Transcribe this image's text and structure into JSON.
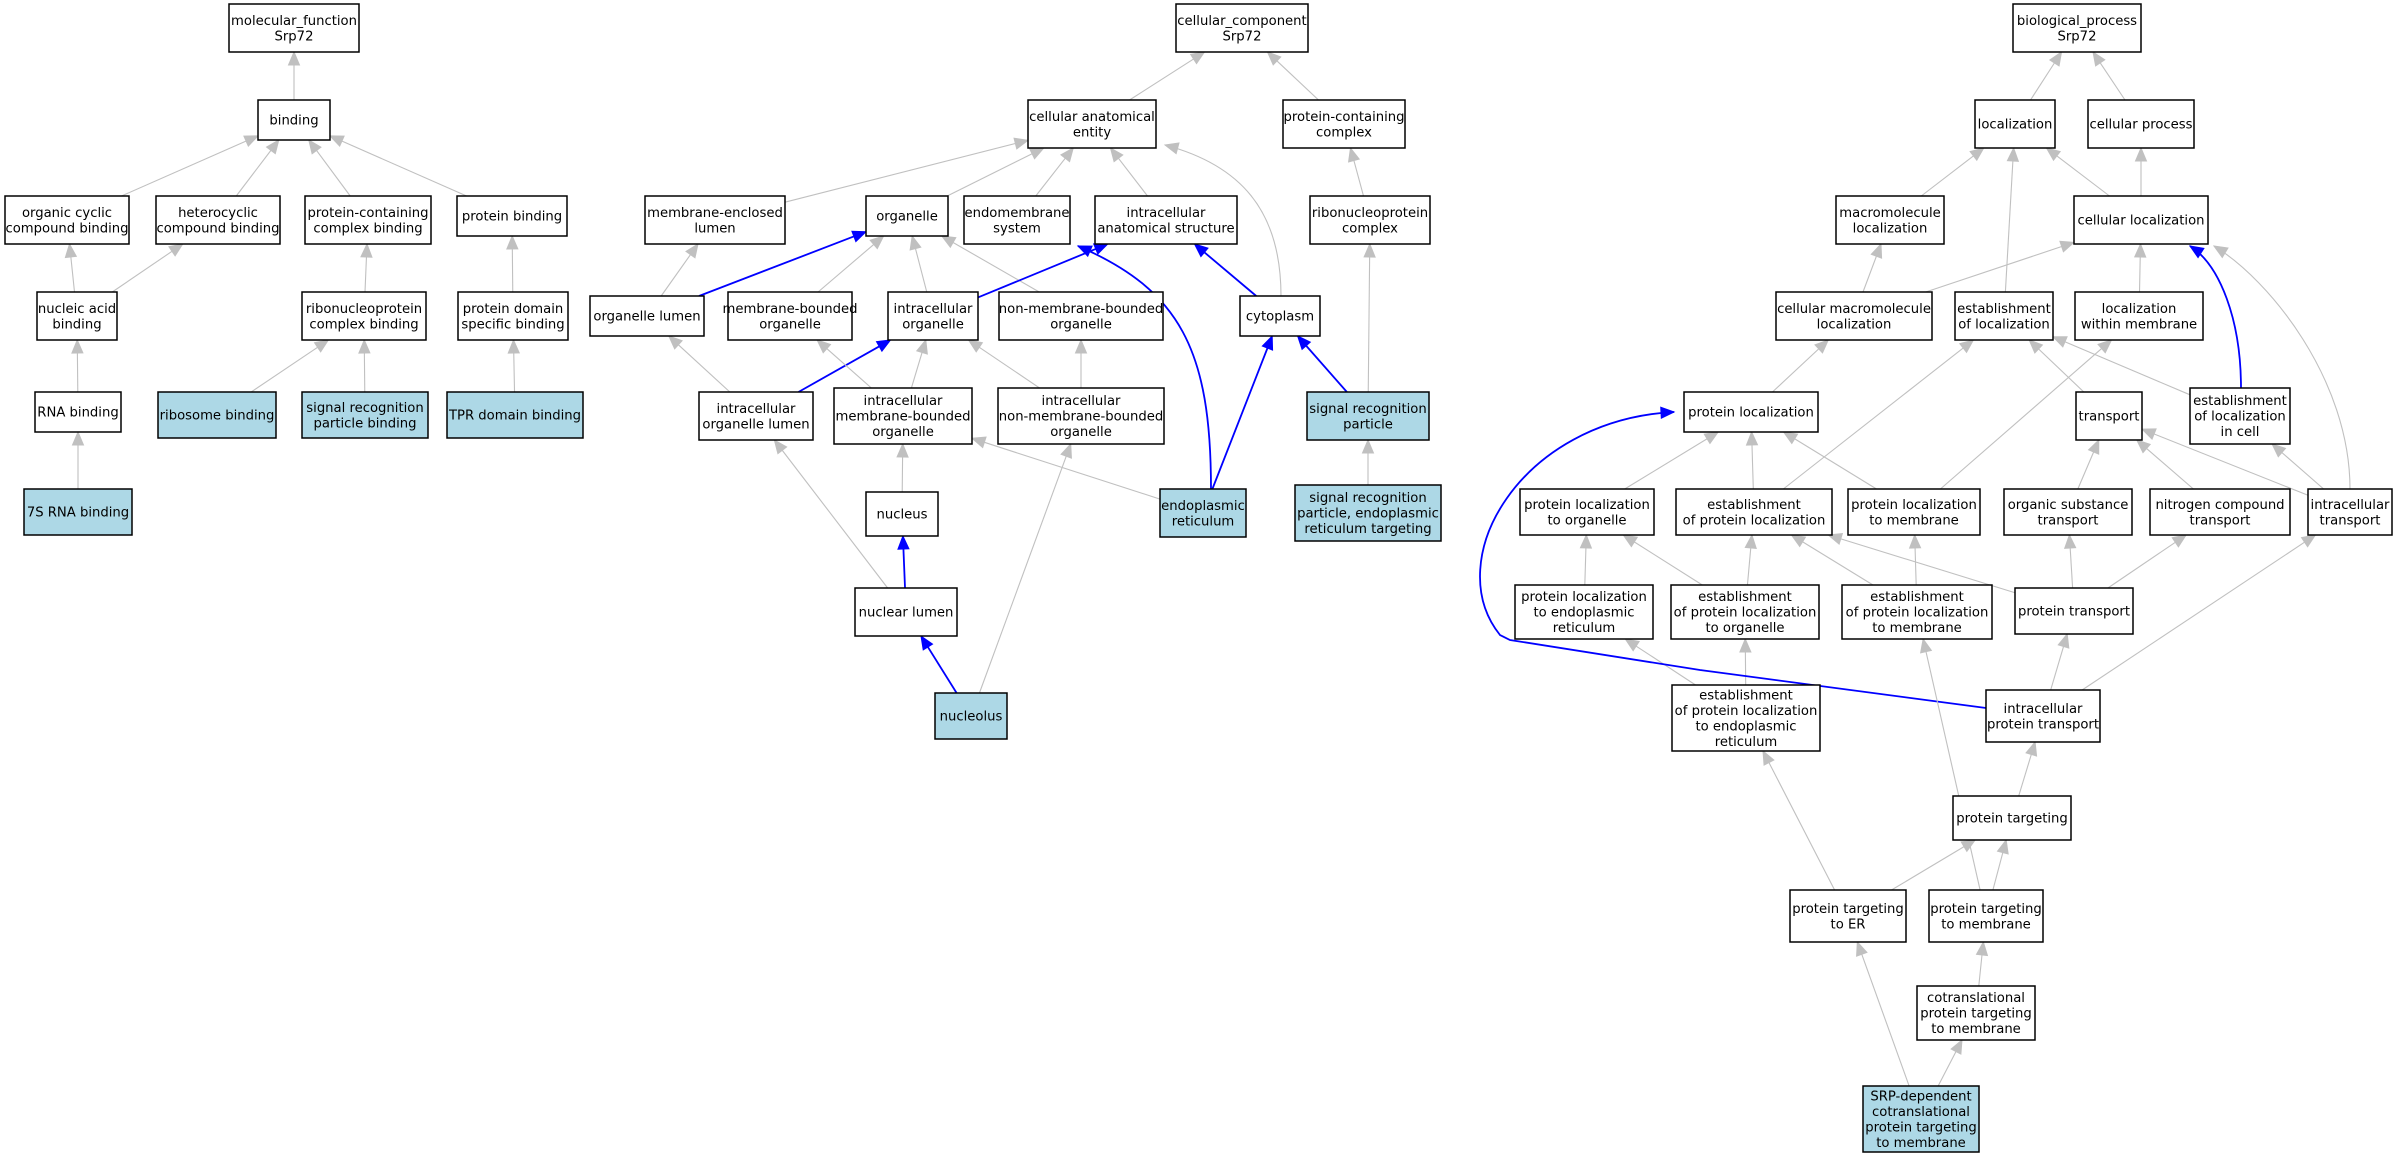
{
  "colors": {
    "highlight_fill": "#add8e6",
    "node_fill": "#ffffff",
    "node_stroke": "#000000",
    "edge_gray": "#c0c0c0",
    "edge_blue": "#0000ff"
  },
  "nodes": [
    {
      "id": "mf_root",
      "lines": [
        "molecular_function",
        "Srp72"
      ],
      "highlight": false
    },
    {
      "id": "binding",
      "lines": [
        "binding"
      ],
      "highlight": false
    },
    {
      "id": "organic_cyclic",
      "lines": [
        "organic cyclic",
        "compound binding"
      ],
      "highlight": false
    },
    {
      "id": "heterocyclic",
      "lines": [
        "heterocyclic",
        "compound binding"
      ],
      "highlight": false
    },
    {
      "id": "protein_containing_complex_binding",
      "lines": [
        "protein-containing",
        "complex binding"
      ],
      "highlight": false
    },
    {
      "id": "protein_binding",
      "lines": [
        "protein binding"
      ],
      "highlight": false
    },
    {
      "id": "nucleic_acid_binding",
      "lines": [
        "nucleic acid",
        "binding"
      ],
      "highlight": false
    },
    {
      "id": "rnp_complex_binding",
      "lines": [
        "ribonucleoprotein",
        "complex binding"
      ],
      "highlight": false
    },
    {
      "id": "protein_domain_binding",
      "lines": [
        "protein domain",
        "specific binding"
      ],
      "highlight": false
    },
    {
      "id": "rna_binding",
      "lines": [
        "RNA binding"
      ],
      "highlight": false
    },
    {
      "id": "ribosome_binding",
      "lines": [
        "ribosome binding"
      ],
      "highlight": true
    },
    {
      "id": "srp_binding",
      "lines": [
        "signal recognition",
        "particle binding"
      ],
      "highlight": true
    },
    {
      "id": "tpr_binding",
      "lines": [
        "TPR domain binding"
      ],
      "highlight": true
    },
    {
      "id": "rna7s_binding",
      "lines": [
        "7S RNA binding"
      ],
      "highlight": true
    },
    {
      "id": "cc_root",
      "lines": [
        "cellular_component",
        "Srp72"
      ],
      "highlight": false
    },
    {
      "id": "cae",
      "lines": [
        "cellular anatomical",
        "entity"
      ],
      "highlight": false
    },
    {
      "id": "pcc",
      "lines": [
        "protein-containing",
        "complex"
      ],
      "highlight": false
    },
    {
      "id": "mel",
      "lines": [
        "membrane-enclosed",
        "lumen"
      ],
      "highlight": false
    },
    {
      "id": "organelle",
      "lines": [
        "organelle"
      ],
      "highlight": false
    },
    {
      "id": "endomembrane",
      "lines": [
        "endomembrane",
        "system"
      ],
      "highlight": false
    },
    {
      "id": "ias",
      "lines": [
        "intracellular",
        "anatomical structure"
      ],
      "highlight": false
    },
    {
      "id": "rnp_complex",
      "lines": [
        "ribonucleoprotein",
        "complex"
      ],
      "highlight": false
    },
    {
      "id": "organelle_lumen",
      "lines": [
        "organelle lumen"
      ],
      "highlight": false
    },
    {
      "id": "mbo",
      "lines": [
        "membrane-bounded",
        "organelle"
      ],
      "highlight": false
    },
    {
      "id": "io",
      "lines": [
        "intracellular",
        "organelle"
      ],
      "highlight": false
    },
    {
      "id": "nmbo",
      "lines": [
        "non-membrane-bounded",
        "organelle"
      ],
      "highlight": false
    },
    {
      "id": "cytoplasm",
      "lines": [
        "cytoplasm"
      ],
      "highlight": false
    },
    {
      "id": "iol",
      "lines": [
        "intracellular",
        "organelle lumen"
      ],
      "highlight": false
    },
    {
      "id": "imbo",
      "lines": [
        "intracellular",
        "membrane-bounded",
        "organelle"
      ],
      "highlight": false
    },
    {
      "id": "inmbo",
      "lines": [
        "intracellular",
        "non-membrane-bounded",
        "organelle"
      ],
      "highlight": false
    },
    {
      "id": "srp",
      "lines": [
        "signal recognition",
        "particle"
      ],
      "highlight": true
    },
    {
      "id": "nucleus",
      "lines": [
        "nucleus"
      ],
      "highlight": false
    },
    {
      "id": "er",
      "lines": [
        "endoplasmic",
        "reticulum"
      ],
      "highlight": true
    },
    {
      "id": "srp_er",
      "lines": [
        "signal recognition",
        "particle, endoplasmic",
        "reticulum targeting"
      ],
      "highlight": true
    },
    {
      "id": "nuclear_lumen",
      "lines": [
        "nuclear lumen"
      ],
      "highlight": false
    },
    {
      "id": "nucleolus",
      "lines": [
        "nucleolus"
      ],
      "highlight": true
    },
    {
      "id": "bp_root",
      "lines": [
        "biological_process",
        "Srp72"
      ],
      "highlight": false
    },
    {
      "id": "localization",
      "lines": [
        "localization"
      ],
      "highlight": false
    },
    {
      "id": "cellular_process",
      "lines": [
        "cellular process"
      ],
      "highlight": false
    },
    {
      "id": "macromol_loc",
      "lines": [
        "macromolecule",
        "localization"
      ],
      "highlight": false
    },
    {
      "id": "cell_loc",
      "lines": [
        "cellular localization"
      ],
      "highlight": false
    },
    {
      "id": "cell_macromol_loc",
      "lines": [
        "cellular macromolecule",
        "localization"
      ],
      "highlight": false
    },
    {
      "id": "est_loc",
      "lines": [
        "establishment",
        "of localization"
      ],
      "highlight": false
    },
    {
      "id": "loc_within_membrane",
      "lines": [
        "localization",
        "within membrane"
      ],
      "highlight": false
    },
    {
      "id": "protein_loc",
      "lines": [
        "protein localization"
      ],
      "highlight": false
    },
    {
      "id": "transport",
      "lines": [
        "transport"
      ],
      "highlight": false
    },
    {
      "id": "est_loc_cell",
      "lines": [
        "establishment",
        "of localization",
        "in cell"
      ],
      "highlight": false
    },
    {
      "id": "prot_loc_organelle",
      "lines": [
        "protein localization",
        "to organelle"
      ],
      "highlight": false
    },
    {
      "id": "est_prot_loc",
      "lines": [
        "establishment",
        "of protein localization"
      ],
      "highlight": false
    },
    {
      "id": "prot_loc_membrane",
      "lines": [
        "protein localization",
        "to membrane"
      ],
      "highlight": false
    },
    {
      "id": "org_sub_transport",
      "lines": [
        "organic substance",
        "transport"
      ],
      "highlight": false
    },
    {
      "id": "nitrogen_transport",
      "lines": [
        "nitrogen compound",
        "transport"
      ],
      "highlight": false
    },
    {
      "id": "intracellular_transport",
      "lines": [
        "intracellular",
        "transport"
      ],
      "highlight": false
    },
    {
      "id": "prot_loc_er",
      "lines": [
        "protein localization",
        "to endoplasmic",
        "reticulum"
      ],
      "highlight": false
    },
    {
      "id": "est_prot_loc_organelle",
      "lines": [
        "establishment",
        "of protein localization",
        "to organelle"
      ],
      "highlight": false
    },
    {
      "id": "est_prot_loc_membrane",
      "lines": [
        "establishment",
        "of protein localization",
        "to membrane"
      ],
      "highlight": false
    },
    {
      "id": "protein_transport",
      "lines": [
        "protein transport"
      ],
      "highlight": false
    },
    {
      "id": "est_prot_loc_er",
      "lines": [
        "establishment",
        "of protein localization",
        "to endoplasmic",
        "reticulum"
      ],
      "highlight": false
    },
    {
      "id": "intracellular_prot_transport",
      "lines": [
        "intracellular",
        "protein transport"
      ],
      "highlight": false
    },
    {
      "id": "protein_targeting",
      "lines": [
        "protein targeting"
      ],
      "highlight": false
    },
    {
      "id": "prot_targeting_er",
      "lines": [
        "protein targeting",
        "to ER"
      ],
      "highlight": false
    },
    {
      "id": "prot_targeting_membrane",
      "lines": [
        "protein targeting",
        "to membrane"
      ],
      "highlight": false
    },
    {
      "id": "cotranslational",
      "lines": [
        "cotranslational",
        "protein targeting",
        "to membrane"
      ],
      "highlight": false
    },
    {
      "id": "srp_dependent",
      "lines": [
        "SRP-dependent",
        "cotranslational",
        "protein targeting",
        "to membrane"
      ],
      "highlight": true
    }
  ],
  "edges": [
    {
      "from": "binding",
      "to": "mf_root",
      "color": "gray"
    },
    {
      "from": "organic_cyclic",
      "to": "binding",
      "color": "gray"
    },
    {
      "from": "heterocyclic",
      "to": "binding",
      "color": "gray"
    },
    {
      "from": "protein_containing_complex_binding",
      "to": "binding",
      "color": "gray"
    },
    {
      "from": "protein_binding",
      "to": "binding",
      "color": "gray"
    },
    {
      "from": "nucleic_acid_binding",
      "to": "organic_cyclic",
      "color": "gray"
    },
    {
      "from": "nucleic_acid_binding",
      "to": "heterocyclic",
      "color": "gray"
    },
    {
      "from": "rnp_complex_binding",
      "to": "protein_containing_complex_binding",
      "color": "gray"
    },
    {
      "from": "protein_domain_binding",
      "to": "protein_binding",
      "color": "gray"
    },
    {
      "from": "rna_binding",
      "to": "nucleic_acid_binding",
      "color": "gray"
    },
    {
      "from": "ribosome_binding",
      "to": "rnp_complex_binding",
      "color": "gray"
    },
    {
      "from": "srp_binding",
      "to": "rnp_complex_binding",
      "color": "gray"
    },
    {
      "from": "tpr_binding",
      "to": "protein_domain_binding",
      "color": "gray"
    },
    {
      "from": "rna7s_binding",
      "to": "rna_binding",
      "color": "gray"
    },
    {
      "from": "cae",
      "to": "cc_root",
      "color": "gray"
    },
    {
      "from": "pcc",
      "to": "cc_root",
      "color": "gray"
    },
    {
      "from": "mel",
      "to": "cae",
      "color": "gray"
    },
    {
      "from": "organelle",
      "to": "cae",
      "color": "gray"
    },
    {
      "from": "endomembrane",
      "to": "cae",
      "color": "gray"
    },
    {
      "from": "ias",
      "to": "cae",
      "color": "gray"
    },
    {
      "from": "cytoplasm",
      "to": "cae",
      "color": "gray",
      "curve": true
    },
    {
      "from": "rnp_complex",
      "to": "pcc",
      "color": "gray"
    },
    {
      "from": "organelle_lumen",
      "to": "mel",
      "color": "gray"
    },
    {
      "from": "organelle_lumen",
      "to": "organelle",
      "color": "blue"
    },
    {
      "from": "mbo",
      "to": "organelle",
      "color": "gray"
    },
    {
      "from": "io",
      "to": "organelle",
      "color": "gray"
    },
    {
      "from": "nmbo",
      "to": "organelle",
      "color": "gray"
    },
    {
      "from": "io",
      "to": "ias",
      "color": "blue"
    },
    {
      "from": "cytoplasm",
      "to": "ias",
      "color": "blue"
    },
    {
      "from": "iol",
      "to": "organelle_lumen",
      "color": "gray"
    },
    {
      "from": "iol",
      "to": "io",
      "color": "blue"
    },
    {
      "from": "imbo",
      "to": "mbo",
      "color": "gray"
    },
    {
      "from": "imbo",
      "to": "io",
      "color": "gray"
    },
    {
      "from": "inmbo",
      "to": "io",
      "color": "gray"
    },
    {
      "from": "inmbo",
      "to": "nmbo",
      "color": "gray"
    },
    {
      "from": "srp",
      "to": "cytoplasm",
      "color": "blue"
    },
    {
      "from": "srp",
      "to": "rnp_complex",
      "color": "gray"
    },
    {
      "from": "er",
      "to": "cytoplasm",
      "color": "blue"
    },
    {
      "from": "er",
      "to": "endomembrane",
      "color": "blue",
      "curve": true
    },
    {
      "from": "er",
      "to": "imbo",
      "color": "gray"
    },
    {
      "from": "nucleus",
      "to": "imbo",
      "color": "gray"
    },
    {
      "from": "srp_er",
      "to": "srp",
      "color": "gray"
    },
    {
      "from": "nuclear_lumen",
      "to": "nucleus",
      "color": "blue"
    },
    {
      "from": "nuclear_lumen",
      "to": "iol",
      "color": "gray"
    },
    {
      "from": "nucleolus",
      "to": "nuclear_lumen",
      "color": "blue"
    },
    {
      "from": "nucleolus",
      "to": "inmbo",
      "color": "gray"
    },
    {
      "from": "localization",
      "to": "bp_root",
      "color": "gray"
    },
    {
      "from": "cellular_process",
      "to": "bp_root",
      "color": "gray"
    },
    {
      "from": "macromol_loc",
      "to": "localization",
      "color": "gray"
    },
    {
      "from": "cell_loc",
      "to": "localization",
      "color": "gray"
    },
    {
      "from": "cell_loc",
      "to": "cellular_process",
      "color": "gray"
    },
    {
      "from": "est_loc",
      "to": "localization",
      "color": "gray"
    },
    {
      "from": "cell_macromol_loc",
      "to": "macromol_loc",
      "color": "gray"
    },
    {
      "from": "cell_macromol_loc",
      "to": "cell_loc",
      "color": "gray"
    },
    {
      "from": "loc_within_membrane",
      "to": "cell_loc",
      "color": "gray"
    },
    {
      "from": "est_loc_cell",
      "to": "cell_loc",
      "color": "blue",
      "curve": true
    },
    {
      "from": "est_loc_cell",
      "to": "est_loc",
      "color": "gray"
    },
    {
      "from": "intracellular_transport",
      "to": "cell_loc",
      "color": "gray",
      "curve": true
    },
    {
      "from": "protein_loc",
      "to": "cell_macromol_loc",
      "color": "gray"
    },
    {
      "from": "transport",
      "to": "est_loc",
      "color": "gray"
    },
    {
      "from": "prot_loc_organelle",
      "to": "protein_loc",
      "color": "gray"
    },
    {
      "from": "est_prot_loc",
      "to": "protein_loc",
      "color": "gray"
    },
    {
      "from": "est_prot_loc",
      "to": "est_loc",
      "color": "gray"
    },
    {
      "from": "prot_loc_membrane",
      "to": "protein_loc",
      "color": "gray"
    },
    {
      "from": "prot_loc_membrane",
      "to": "loc_within_membrane",
      "color": "gray"
    },
    {
      "from": "org_sub_transport",
      "to": "transport",
      "color": "gray"
    },
    {
      "from": "nitrogen_transport",
      "to": "transport",
      "color": "gray"
    },
    {
      "from": "intracellular_transport",
      "to": "transport",
      "color": "gray"
    },
    {
      "from": "intracellular_transport",
      "to": "est_loc_cell",
      "color": "gray"
    },
    {
      "from": "prot_loc_er",
      "to": "prot_loc_organelle",
      "color": "gray"
    },
    {
      "from": "est_prot_loc_organelle",
      "to": "prot_loc_organelle",
      "color": "gray"
    },
    {
      "from": "est_prot_loc_organelle",
      "to": "est_prot_loc",
      "color": "gray"
    },
    {
      "from": "est_prot_loc_membrane",
      "to": "est_prot_loc",
      "color": "gray"
    },
    {
      "from": "est_prot_loc_membrane",
      "to": "prot_loc_membrane",
      "color": "gray"
    },
    {
      "from": "protein_transport",
      "to": "est_prot_loc",
      "color": "gray"
    },
    {
      "from": "protein_transport",
      "to": "org_sub_transport",
      "color": "gray"
    },
    {
      "from": "protein_transport",
      "to": "nitrogen_transport",
      "color": "gray"
    },
    {
      "from": "est_prot_loc_er",
      "to": "prot_loc_er",
      "color": "gray"
    },
    {
      "from": "est_prot_loc_er",
      "to": "est_prot_loc_organelle",
      "color": "gray"
    },
    {
      "from": "intracellular_prot_transport",
      "to": "protein_transport",
      "color": "gray"
    },
    {
      "from": "intracellular_prot_transport",
      "to": "intracellular_transport",
      "color": "gray"
    },
    {
      "from": "intracellular_prot_transport",
      "to": "protein_loc",
      "color": "blue",
      "curve": true
    },
    {
      "from": "protein_targeting",
      "to": "intracellular_prot_transport",
      "color": "gray"
    },
    {
      "from": "prot_targeting_er",
      "to": "est_prot_loc_er",
      "color": "gray"
    },
    {
      "from": "prot_targeting_er",
      "to": "protein_targeting",
      "color": "gray"
    },
    {
      "from": "prot_targeting_membrane",
      "to": "protein_targeting",
      "color": "gray"
    },
    {
      "from": "prot_targeting_membrane",
      "to": "est_prot_loc_membrane",
      "color": "gray"
    },
    {
      "from": "cotranslational",
      "to": "prot_targeting_membrane",
      "color": "gray"
    },
    {
      "from": "srp_dependent",
      "to": "cotranslational",
      "color": "gray"
    },
    {
      "from": "srp_dependent",
      "to": "prot_targeting_er",
      "color": "gray"
    }
  ]
}
